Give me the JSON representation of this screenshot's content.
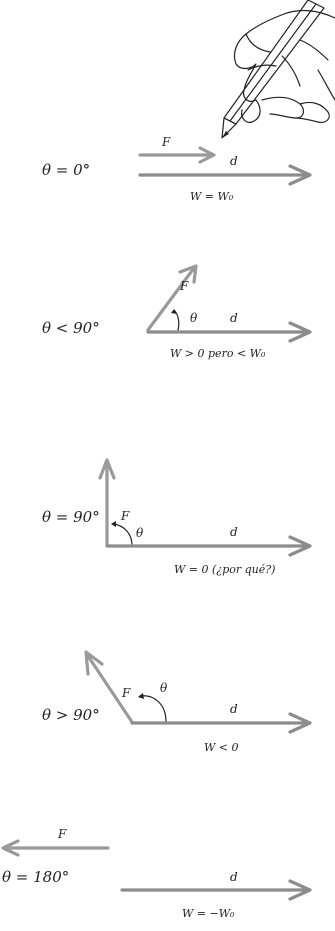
{
  "panels": [
    {
      "condition": "θ = 0°",
      "force_label": "F",
      "displacement_label": "d",
      "work_label": "W = W₀"
    },
    {
      "condition": "θ < 90°",
      "force_label": "F",
      "angle_label": "θ",
      "displacement_label": "d",
      "work_label": "W > 0 pero < W₀"
    },
    {
      "condition": "θ = 90°",
      "force_label": "F",
      "angle_label": "θ",
      "displacement_label": "d",
      "work_label": "W = 0 (¿por qué?)"
    },
    {
      "condition": "θ > 90°",
      "force_label": "F",
      "angle_label": "θ",
      "displacement_label": "d",
      "work_label": "W < 0"
    },
    {
      "condition": "θ = 180°",
      "force_label": "F",
      "displacement_label": "d",
      "work_label": "W = −W₀"
    }
  ],
  "illustration": {
    "icon": "hand-with-pencil-icon"
  },
  "colors": {
    "arrow": "#9a9a9a",
    "text": "#222222"
  }
}
